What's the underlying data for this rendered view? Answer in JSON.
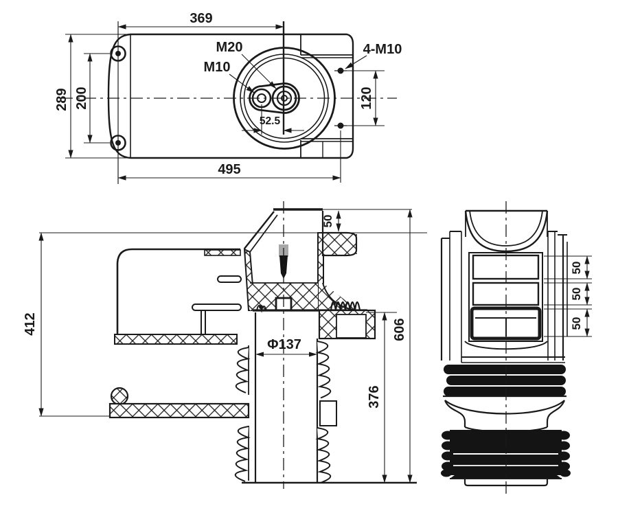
{
  "drawing": {
    "colors": {
      "line": "#1a1a1a",
      "background": "#ffffff"
    },
    "top_view": {
      "dim_369": "369",
      "dim_289": "289",
      "dim_200": "200",
      "dim_495": "495",
      "dim_120": "120",
      "dim_52_5": "52.5",
      "label_m20": "M20",
      "label_m10": "M10",
      "label_4m10": "4-M10"
    },
    "section_view": {
      "dim_412": "412",
      "dim_50_top": "50",
      "dim_phi137": "Φ137",
      "dim_376": "376",
      "dim_606": "606"
    },
    "side_view": {
      "dim_50_window1": "50",
      "dim_50_window2": "50",
      "dim_50_window3": "50"
    }
  }
}
